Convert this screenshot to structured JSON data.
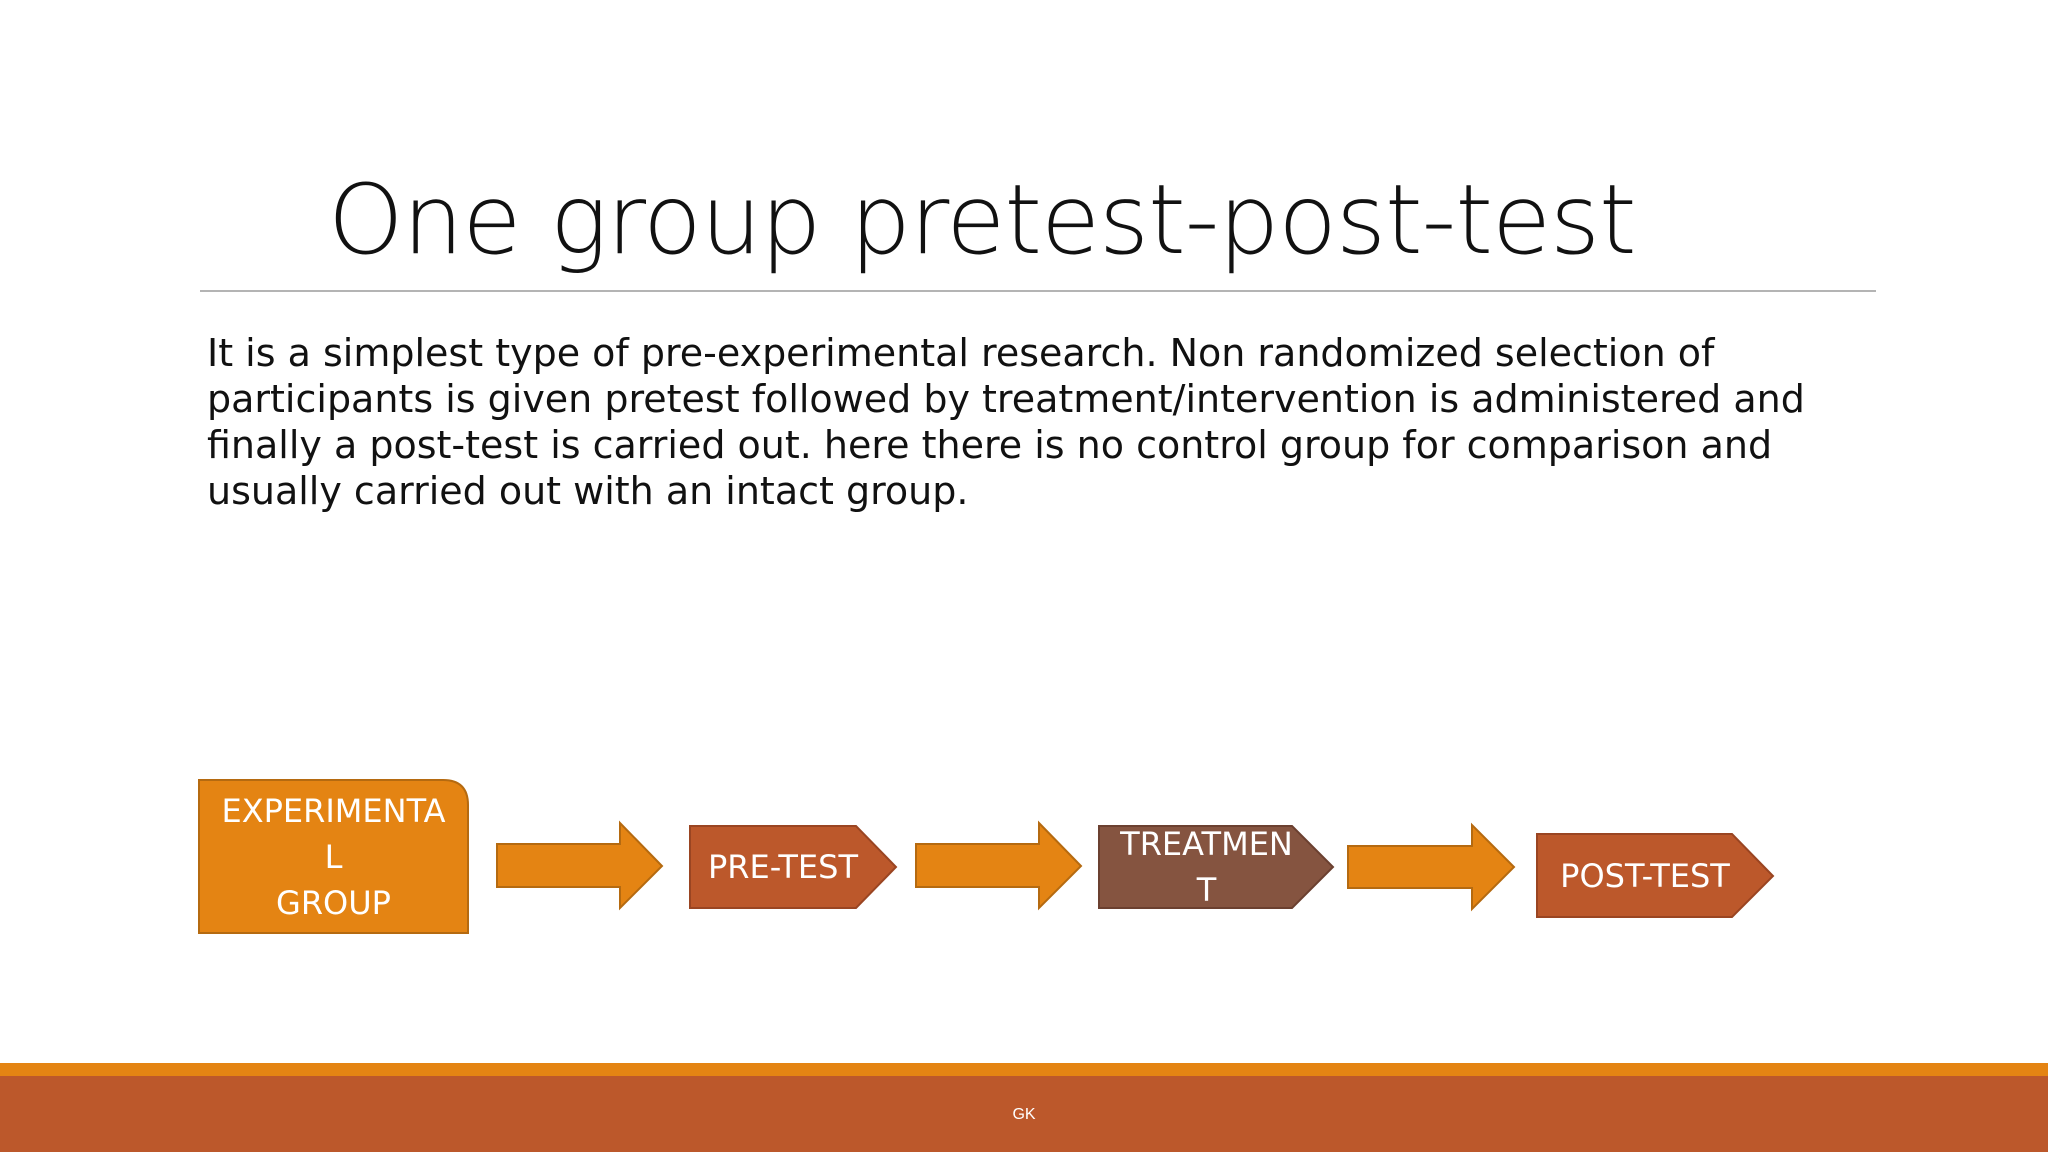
{
  "slide": {
    "title": "One group pretest-post-test",
    "body": "It is a simplest type of pre-experimental research. Non randomized selection of participants is given pretest followed by treatment/intervention is administered and finally a post-test is carried out. here there is no control group for comparison and usually carried out with an intact group.",
    "footer": "GK"
  },
  "diagram": {
    "group_label": "EXPERIMENTA\nL\nGROUP",
    "pretest_label": "PRE-TEST",
    "treatment_label": "TREATMEN\nT",
    "posttest_label": "POST-TEST"
  },
  "colors": {
    "orange": "#e48413",
    "rust": "#bc582b",
    "brown": "#855440"
  }
}
